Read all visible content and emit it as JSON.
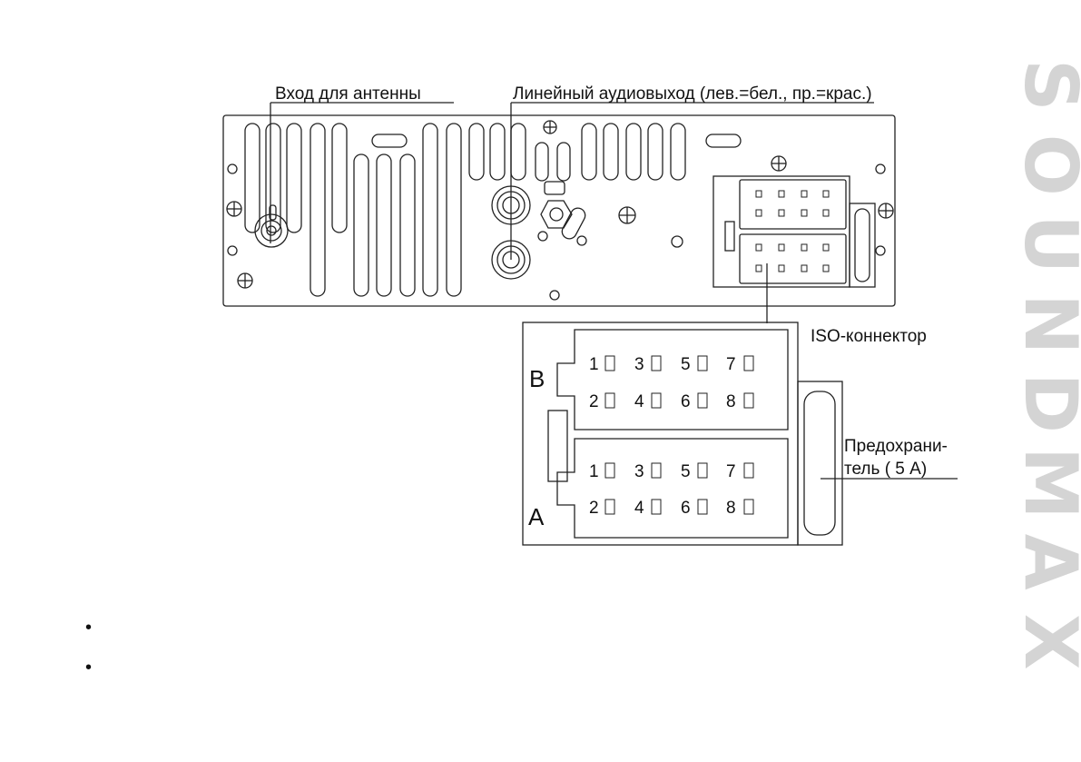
{
  "diagram": {
    "labels": {
      "antenna": "Вход для антенны",
      "line_out": "Линейный аудиовыход (лев.=бел., пр.=крас.)",
      "iso": "ISO-коннектор",
      "fuse_line1": "Предохрани-",
      "fuse_line2": "тель ( 5 А)"
    },
    "blocks": {
      "b": "B",
      "a": "A"
    },
    "pins": {
      "p1": "1",
      "p2": "2",
      "p3": "3",
      "p4": "4",
      "p5": "5",
      "p6": "6",
      "p7": "7",
      "p8": "8"
    }
  },
  "brand": {
    "letters": [
      "S",
      "O",
      "U",
      "N",
      "D",
      "M",
      "A",
      "X"
    ],
    "color": "#d4d4d4"
  },
  "bullets": [
    "•",
    "•"
  ]
}
